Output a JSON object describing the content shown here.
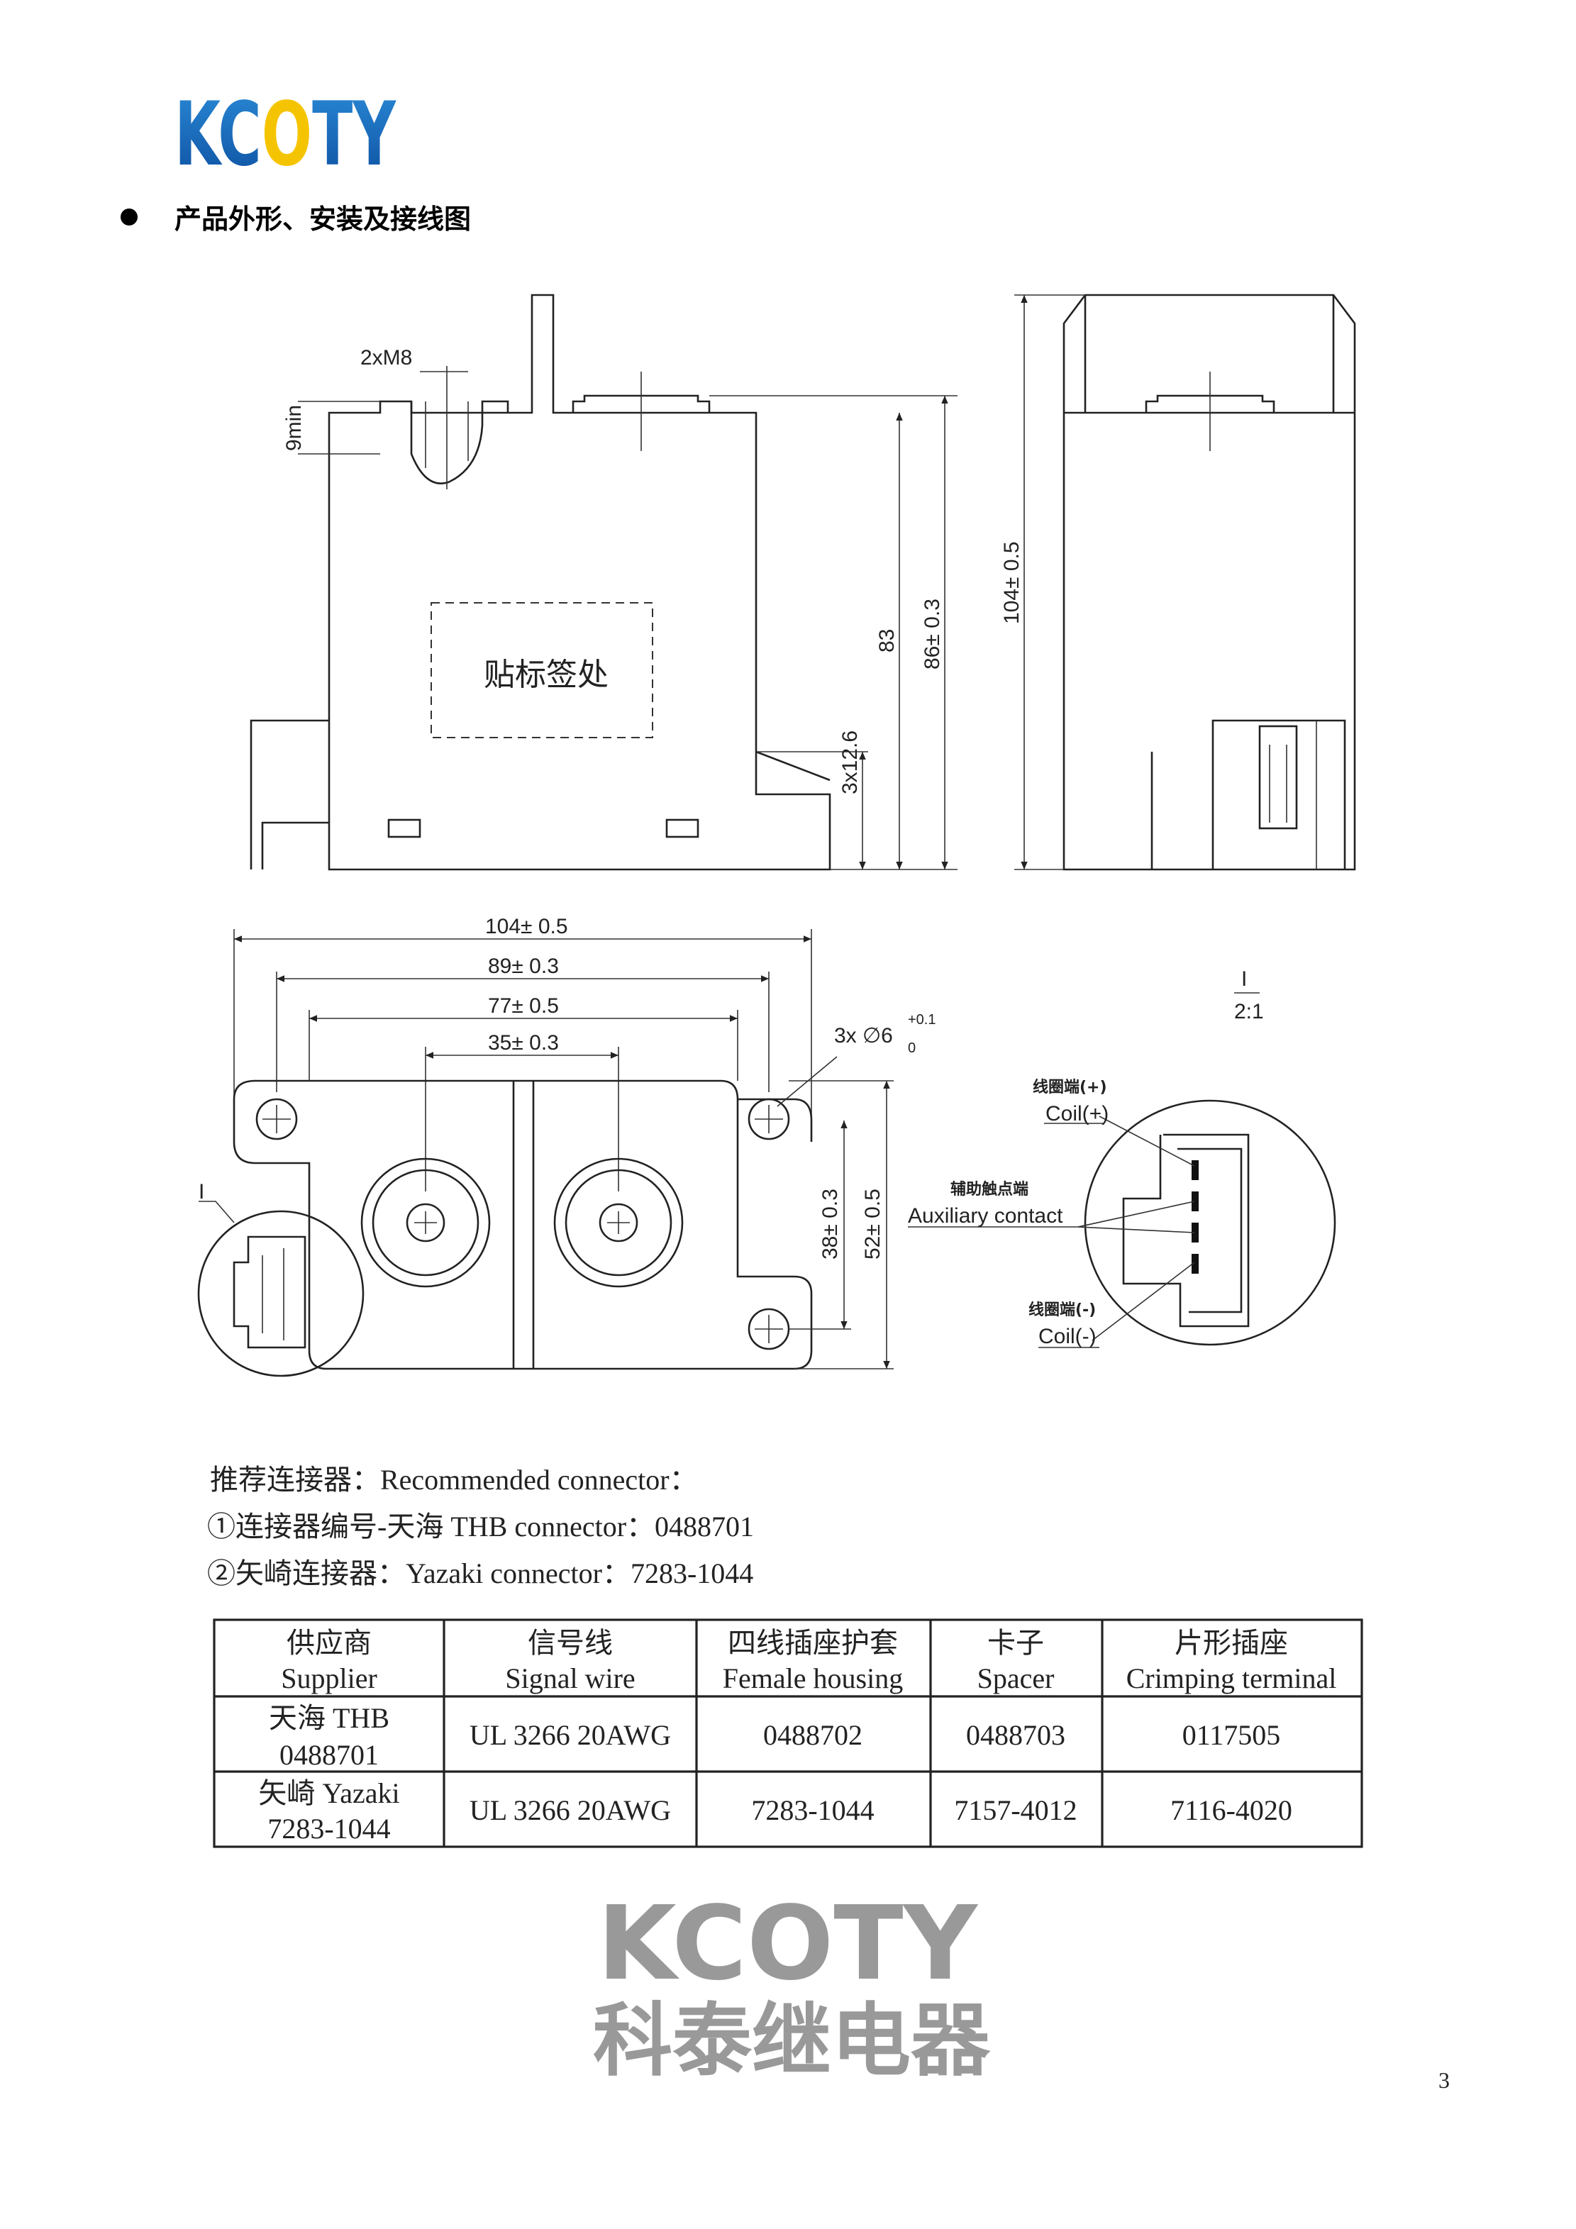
{
  "logo": {
    "text": "KCOTY",
    "colors": {
      "blue": "#1a6fc0",
      "yellow": "#f5c400"
    }
  },
  "section_title": "产品外形、安装及接线图",
  "drawing": {
    "front_view": {
      "thread": "2xM8",
      "min_depth": "9min",
      "label_area": "贴标签处",
      "dim_83": "83",
      "dim_86": "86± 0.3",
      "dim_pins": "3x12.6"
    },
    "side_view": {
      "height": "104± 0.5"
    },
    "bottom_view": {
      "dim_104": "104± 0.5",
      "dim_89": "89± 0.3",
      "dim_77": "77± 0.5",
      "dim_35": "35± 0.3",
      "holes": "3x ∅6",
      "hole_tol": "+0.1",
      "hole_tol_low": "0",
      "dim_38": "38± 0.3",
      "dim_52": "52± 0.5",
      "detail_mark": "I"
    },
    "detail": {
      "mark": "I",
      "scale": "2:1",
      "coil_plus_cn": "线圈端(+)",
      "coil_plus": "Coil(+)",
      "aux_cn": "辅助触点端",
      "aux": "Auxiliary contact",
      "coil_minus_cn": "线圈端(-)",
      "coil_minus": "Coil(-)"
    },
    "watermark": {
      "brand": "KCOTY",
      "name": "科泰继电器"
    }
  },
  "connectors": {
    "line1": "推荐连接器：Recommended connector：",
    "line2": "①连接器编号-天海  THB connector：0488701",
    "line3": "②矢崎连接器：Yazaki connector：7283-1044"
  },
  "table": {
    "headers": [
      {
        "cn": "供应商",
        "en": "Supplier"
      },
      {
        "cn": "信号线",
        "en": "Signal wire"
      },
      {
        "cn": "四线插座护套",
        "en": "Female housing"
      },
      {
        "cn": "卡子",
        "en": "Spacer"
      },
      {
        "cn": "片形插座",
        "en": "Crimping terminal"
      }
    ],
    "rows": [
      {
        "supplier1": "天海  THB",
        "supplier2": "0488701",
        "wire": "UL 3266 20AWG",
        "housing": "0488702",
        "spacer": "0488703",
        "terminal": "0117505"
      },
      {
        "supplier1": "矢崎  Yazaki",
        "supplier2": "7283-1044",
        "wire": "UL 3266 20AWG",
        "housing": "7283-1044",
        "spacer": "7157-4012",
        "terminal": "7116-4020"
      }
    ]
  },
  "page_number": "3"
}
